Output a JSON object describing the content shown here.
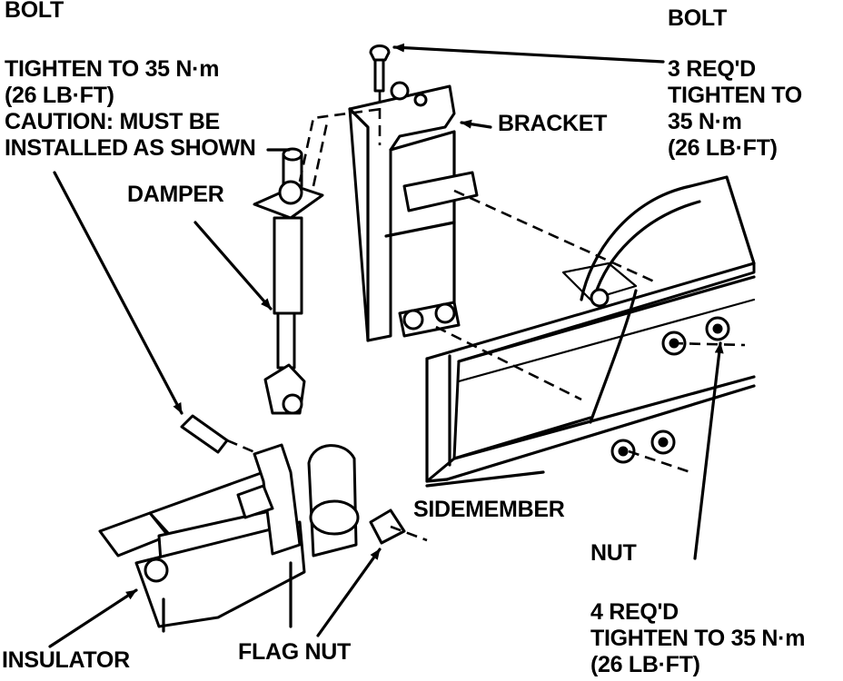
{
  "labels": {
    "bolt_left": "BOLT",
    "bolt_left_note": [
      "TIGHTEN TO 35 N·m",
      "(26 LB·FT)",
      "CAUTION: MUST BE",
      "INSTALLED AS SHOWN"
    ],
    "damper": "DAMPER",
    "bolt_right": "BOLT",
    "bolt_right_note": [
      "3 REQ'D",
      "TIGHTEN TO",
      "35 N·m",
      "(26 LB·FT)"
    ],
    "bracket": "BRACKET",
    "sidemember": "SIDEMEMBER",
    "nut": "NUT",
    "nut_note": [
      "4 REQ'D",
      "TIGHTEN TO 35 N·m",
      "(26 LB·FT)"
    ],
    "insulator": "INSULATOR",
    "flag_nut": "FLAG NUT"
  }
}
